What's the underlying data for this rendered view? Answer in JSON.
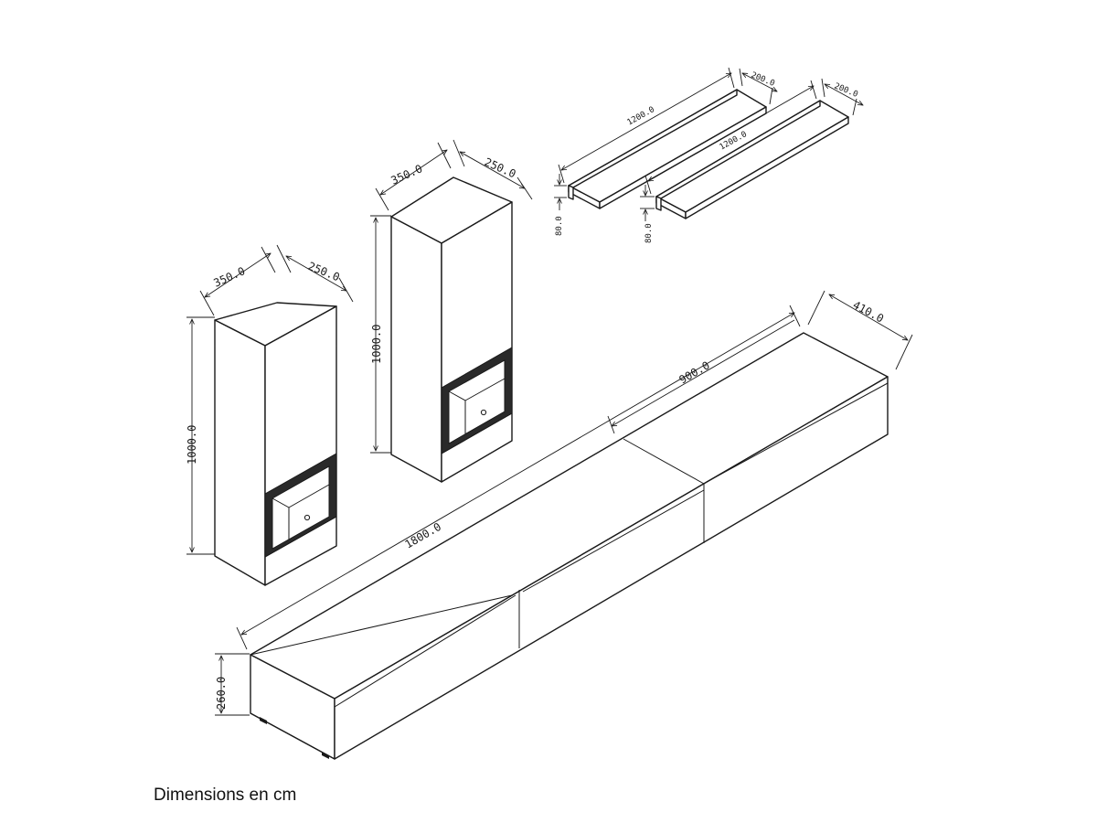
{
  "caption": "Dimensions en cm",
  "dimensions": {
    "tall_left": {
      "width": "350.0",
      "depth": "250.0",
      "height": "1000.0"
    },
    "tall_right": {
      "width": "350.0",
      "depth": "250.0",
      "height": "1000.0"
    },
    "shelf_1": {
      "length": "1200.0",
      "depth": "200.0",
      "height": "80.0"
    },
    "shelf_2": {
      "length": "1200.0",
      "depth": "200.0",
      "height": "80.0"
    },
    "tv_unit": {
      "total_length": "1800.0",
      "module_length": "900.0",
      "depth": "410.0",
      "height": "260.0"
    }
  }
}
